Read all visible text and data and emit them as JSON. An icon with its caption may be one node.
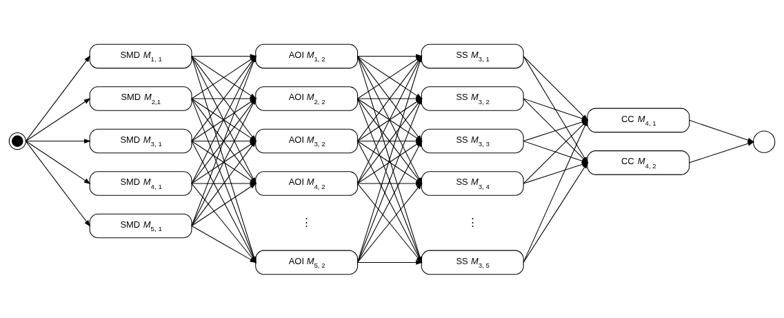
{
  "diagram": {
    "nodes": [
      {
        "text": [],
        "shape": "circle"
      },
      {
        "text": [
          "SMD *M*$_{1, 1}$"
        ]
      },
      {
        "text": [
          "SMD *M*$_{2,1}$"
        ]
      },
      {
        "text": [
          "SMD *M*$_{3, 1}$"
        ]
      },
      {
        "text": [
          "SMD *M*$_{4, 1}$"
        ]
      },
      {
        "text": [
          "SMD *M*$_{5, 1}$"
        ]
      },
      {
        "text": [
          "AOI *M*$_{1, 2}$"
        ]
      },
      {
        "text": [
          "AOI *M*$_{2, 2}$"
        ]
      },
      {
        "text": [
          "AOI *M*$_{3, 2}$"
        ]
      },
      {
        "text": [
          "AOI *M*$_{4, 2}$"
        ]
      },
      {
        "text": [
          "AOI *M*$_{5, 2}$"
        ]
      },
      {
        "text": [
          "SS *M*$_{3, 1}$"
        ]
      },
      {
        "text": [
          "SS *M*$_{3, 2}$"
        ]
      },
      {
        "text": [
          "SS *M*$_{3, 3}$"
        ]
      },
      {
        "text": [
          "SS *M*$_{3, 4}$"
        ]
      },
      {
        "text": [
          "SS *M*$_{3, 5}$"
        ]
      },
      {
        "text": [
          "CC *M*$_{4, 1}$"
        ]
      },
      {
        "text": [
          "CC *M*$_{4, 2}$"
        ]
      },
      {
        "text": [],
        "shape": "circle"
      }
    ],
    "edges": [
      {
        "from": 0,
        "to": 1,
        "arrow": "to"
      },
      {
        "from": 0,
        "to": 2,
        "arrow": "to"
      },
      {
        "from": 0,
        "to": 3,
        "arrow": "to"
      },
      {
        "from": 0,
        "to": 4,
        "arrow": "to"
      },
      {
        "from": 0,
        "to": 5,
        "arrow": "to"
      },
      {
        "from": 1,
        "to": 6,
        "arrow": "to"
      },
      {
        "from": 1,
        "to": 7,
        "arrow": "to"
      },
      {
        "from": 1,
        "to": 8,
        "arrow": "to"
      },
      {
        "from": 1,
        "to": 9,
        "arrow": "to"
      },
      {
        "from": 1,
        "to": 10,
        "arrow": "to"
      },
      {
        "from": 2,
        "to": 6,
        "arrow": "to"
      },
      {
        "from": 2,
        "to": 7,
        "arrow": "to"
      },
      {
        "from": 2,
        "to": 8,
        "arrow": "to"
      },
      {
        "from": 2,
        "to": 9,
        "arrow": "to"
      },
      {
        "from": 2,
        "to": 10,
        "arrow": "to"
      },
      {
        "from": 3,
        "to": 6,
        "arrow": "to"
      },
      {
        "from": 3,
        "to": 7,
        "arrow": "to"
      },
      {
        "from": 3,
        "to": 8,
        "arrow": "to"
      },
      {
        "from": 3,
        "to": 9,
        "arrow": "to"
      },
      {
        "from": 3,
        "to": 10,
        "arrow": "to"
      },
      {
        "from": 4,
        "to": 6,
        "arrow": "to"
      },
      {
        "from": 4,
        "to": 7,
        "arrow": "to"
      },
      {
        "from": 4,
        "to": 8,
        "arrow": "to"
      },
      {
        "from": 4,
        "to": 9,
        "arrow": "to"
      },
      {
        "from": 4,
        "to": 10,
        "arrow": "to"
      },
      {
        "from": 5,
        "to": 6,
        "arrow": "to"
      },
      {
        "from": 5,
        "to": 7,
        "arrow": "to"
      },
      {
        "from": 5,
        "to": 8,
        "arrow": "to"
      },
      {
        "from": 5,
        "to": 9,
        "arrow": "to"
      },
      {
        "from": 5,
        "to": 10,
        "arrow": "to"
      },
      {
        "from": 6,
        "to": 11,
        "arrow": "to"
      },
      {
        "from": 6,
        "to": 12,
        "arrow": "to"
      },
      {
        "from": 6,
        "to": 13,
        "arrow": "to"
      },
      {
        "from": 6,
        "to": 14,
        "arrow": "to"
      },
      {
        "from": 6,
        "to": 15,
        "arrow": "to"
      },
      {
        "from": 7,
        "to": 11,
        "arrow": "to"
      },
      {
        "from": 7,
        "to": 12,
        "arrow": "to"
      },
      {
        "from": 7,
        "to": 13,
        "arrow": "to"
      },
      {
        "from": 7,
        "to": 14,
        "arrow": "to"
      },
      {
        "from": 7,
        "to": 15,
        "arrow": "to"
      },
      {
        "from": 8,
        "to": 11,
        "arrow": "to"
      },
      {
        "from": 8,
        "to": 12,
        "arrow": "to"
      },
      {
        "from": 8,
        "to": 13,
        "arrow": "to"
      },
      {
        "from": 8,
        "to": 14,
        "arrow": "to"
      },
      {
        "from": 8,
        "to": 15,
        "arrow": "to"
      },
      {
        "from": 9,
        "to": 11,
        "arrow": "to"
      },
      {
        "from": 9,
        "to": 12,
        "arrow": "to"
      },
      {
        "from": 9,
        "to": 13,
        "arrow": "to"
      },
      {
        "from": 9,
        "to": 14,
        "arrow": "to"
      },
      {
        "from": 9,
        "to": 15,
        "arrow": "to"
      },
      {
        "from": 10,
        "to": 11,
        "arrow": "to"
      },
      {
        "from": 10,
        "to": 12,
        "arrow": "to"
      },
      {
        "from": 10,
        "to": 13,
        "arrow": "to"
      },
      {
        "from": 10,
        "to": 14,
        "arrow": "to"
      },
      {
        "from": 10,
        "to": 15,
        "arrow": "to"
      },
      {
        "from": 11,
        "to": 16,
        "arrow": "to"
      },
      {
        "from": 11,
        "to": 17,
        "arrow": "to"
      },
      {
        "from": 12,
        "to": 16,
        "arrow": "to"
      },
      {
        "from": 12,
        "to": 17,
        "arrow": "to"
      },
      {
        "from": 13,
        "to": 16,
        "arrow": "to"
      },
      {
        "from": 13,
        "to": 17,
        "arrow": "to"
      },
      {
        "from": 14,
        "to": 16,
        "arrow": "to"
      },
      {
        "from": 14,
        "to": 17,
        "arrow": "to"
      },
      {
        "from": 15,
        "to": 16,
        "arrow": "to"
      },
      {
        "from": 15,
        "to": 17,
        "arrow": "to"
      },
      {
        "from": 16,
        "to": 18,
        "arrow": "to"
      },
      {
        "from": 17,
        "to": 18,
        "arrow": "to"
      }
    ],
    "labels": [
      "⋮",
      "⋮"
    ]
  }
}
